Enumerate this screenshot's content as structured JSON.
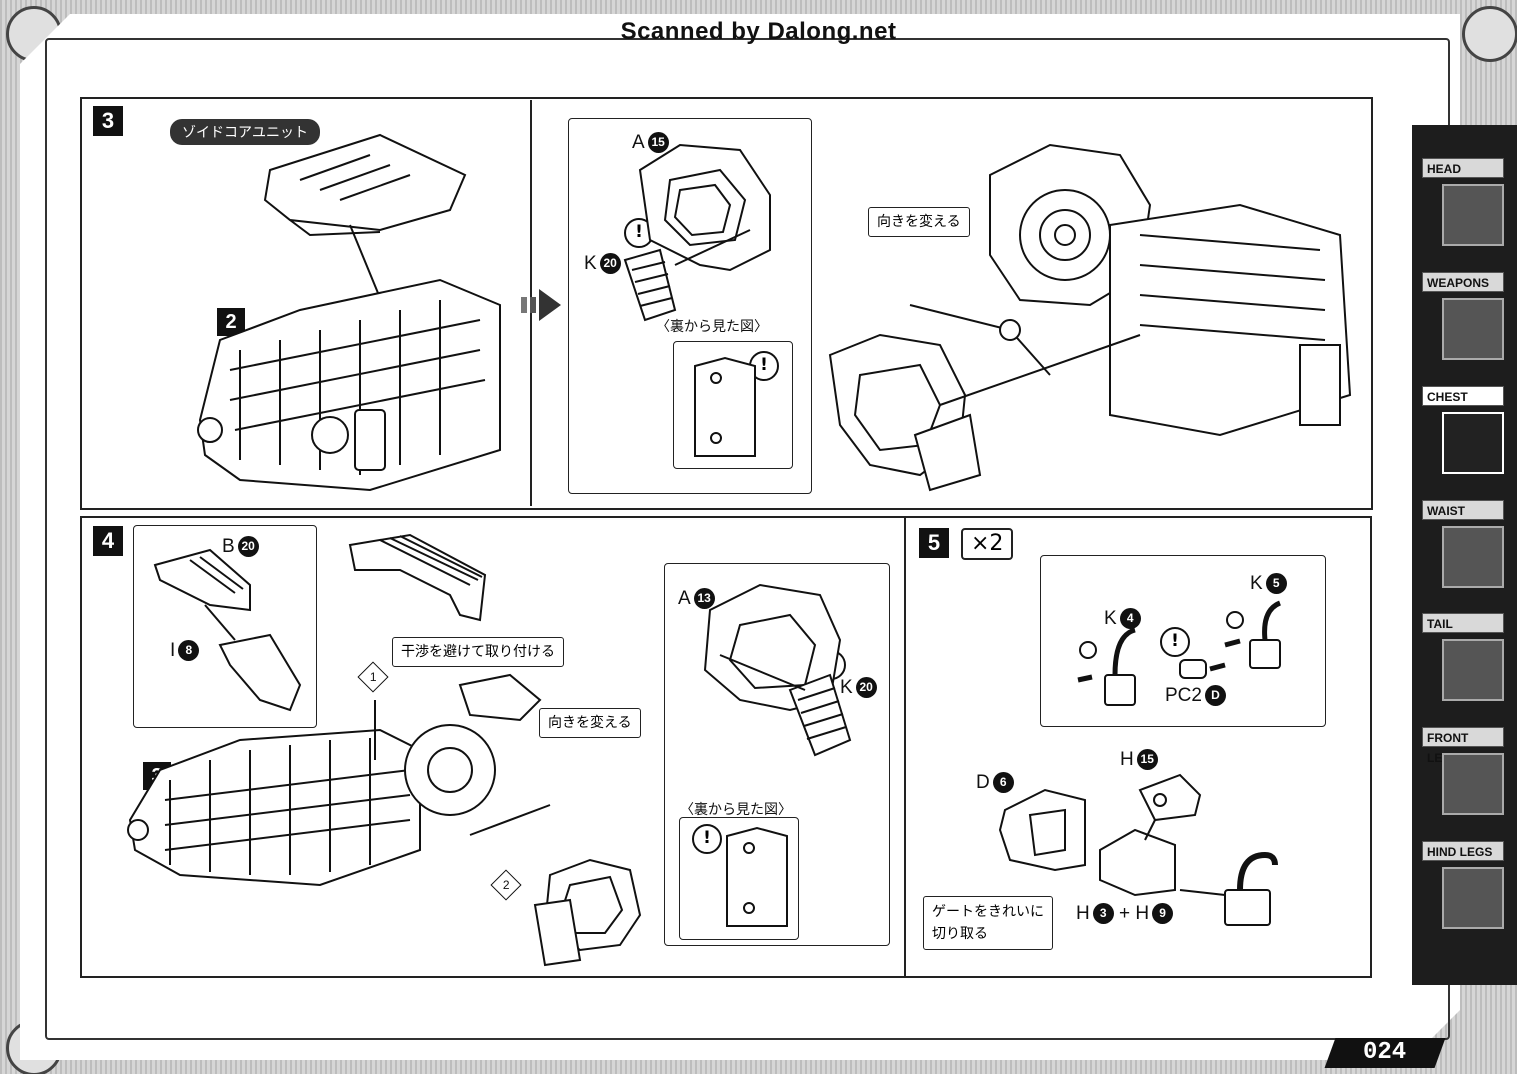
{
  "header": {
    "watermark": "Scanned by Dalong.net"
  },
  "step3": {
    "number": "3",
    "unit_label": "ゾイドコアユニット",
    "sub_step": "2",
    "parts": {
      "a_letter": "A",
      "a_num": "15",
      "k_letter": "K",
      "k_num": "20"
    },
    "back_view": "〈裏から見た図〉",
    "callout": "向きを変える",
    "excl": "!"
  },
  "step4": {
    "number": "4",
    "sub_step": "3",
    "parts": {
      "b_letter": "B",
      "b_num": "20",
      "i_letter": "I",
      "i_num": "8",
      "a_letter": "A",
      "a_num": "13",
      "k_letter": "K",
      "k_num": "20"
    },
    "callout_avoid": "干渉を避けて取り付ける",
    "callout_turn": "向きを変える",
    "order1": "1",
    "order2": "2",
    "back_view": "〈裏から見た図〉",
    "excl": "!"
  },
  "step5": {
    "number": "5",
    "multiplier": "×2",
    "parts": {
      "k5_letter": "K",
      "k5_num": "5",
      "k4_letter": "K",
      "k4_num": "4",
      "pc_letter": "PC2",
      "pc_num": "D",
      "h15_letter": "H",
      "h15_num": "15",
      "d6_letter": "D",
      "d6_num": "6",
      "h3_letter": "H",
      "h3_num": "3",
      "plus": "+",
      "h9_letter": "H",
      "h9_num": "9"
    },
    "callout_gate_line1": "ゲートをきれいに",
    "callout_gate_line2": "切り取る",
    "excl": "!"
  },
  "sidebar": {
    "tabs": [
      {
        "label": "HEAD"
      },
      {
        "label": "WEAPONS"
      },
      {
        "label": "CHEST"
      },
      {
        "label": "WAIST"
      },
      {
        "label": "TAIL"
      },
      {
        "label": "FRONT LEGS"
      },
      {
        "label": "HIND LEGS"
      }
    ],
    "active": "CHEST"
  },
  "footer": {
    "page_number": "024"
  },
  "colors": {
    "ink": "#111111",
    "frame_gray": "#cccccc",
    "sidebar": "#1d1d1d"
  }
}
